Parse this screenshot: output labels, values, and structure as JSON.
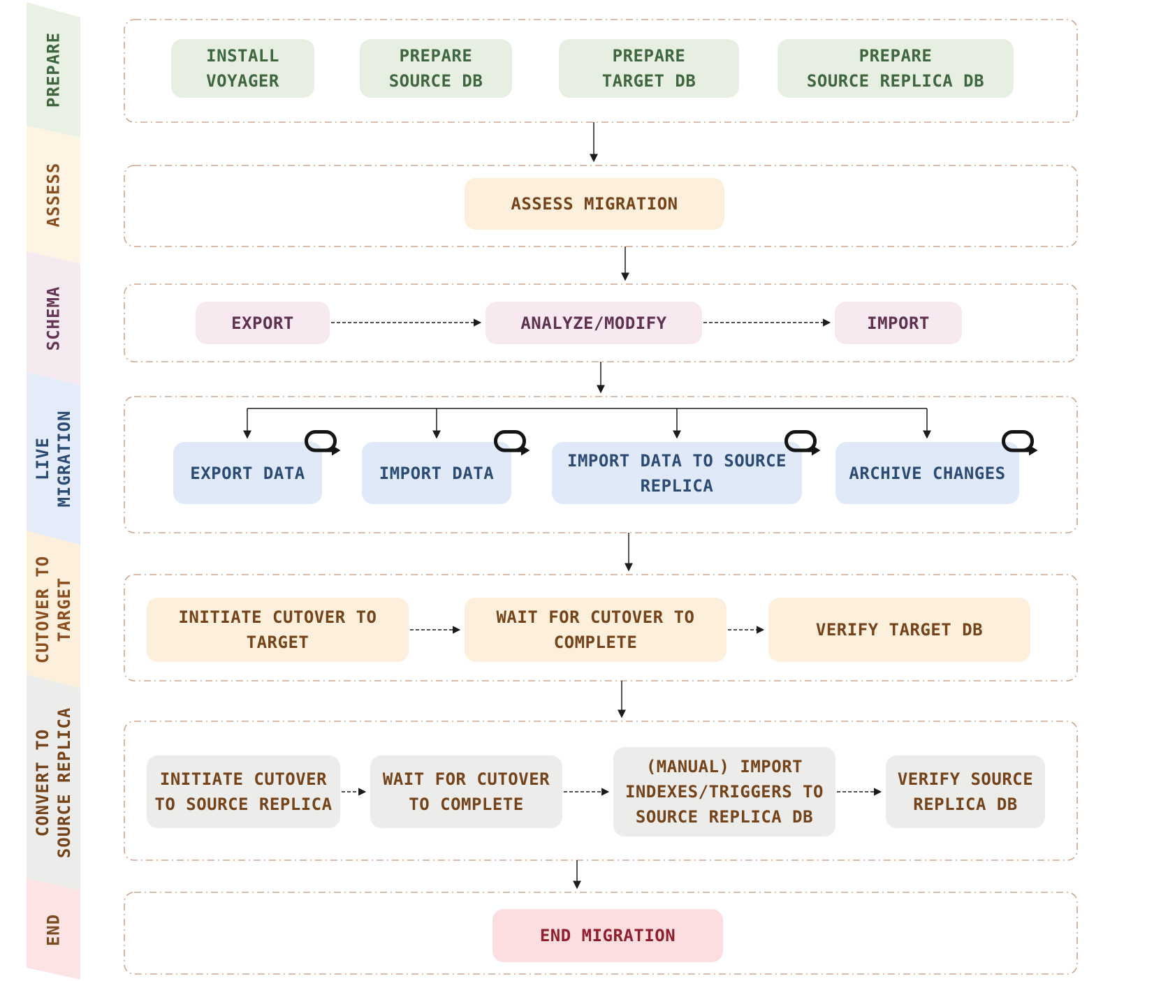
{
  "sidebar": [
    {
      "id": "prepare",
      "lines": [
        "PREPARE"
      ]
    },
    {
      "id": "assess",
      "lines": [
        "ASSESS"
      ]
    },
    {
      "id": "schema",
      "lines": [
        "SCHEMA"
      ]
    },
    {
      "id": "live-migration",
      "lines": [
        "LIVE",
        "MIGRATION"
      ]
    },
    {
      "id": "cutover-to-target",
      "lines": [
        "CUTOVER TO",
        "TARGET"
      ]
    },
    {
      "id": "convert-to-source-replica",
      "lines": [
        "CONVERT TO",
        "SOURCE REPLICA"
      ]
    },
    {
      "id": "end",
      "lines": [
        "END"
      ]
    }
  ],
  "rows": [
    {
      "phase": "PREPARE",
      "boxes": [
        {
          "label": "INSTALL\nVOYAGER"
        },
        {
          "label": "PREPARE\nSOURCE DB"
        },
        {
          "label": "PREPARE\nTARGET DB"
        },
        {
          "label": "PREPARE\nSOURCE REPLICA DB"
        }
      ]
    },
    {
      "phase": "ASSESS",
      "boxes": [
        {
          "label": "ASSESS MIGRATION"
        }
      ]
    },
    {
      "phase": "SCHEMA",
      "boxes": [
        {
          "label": "EXPORT"
        },
        {
          "label": "ANALYZE/MODIFY"
        },
        {
          "label": "IMPORT"
        }
      ]
    },
    {
      "phase": "LIVE MIGRATION",
      "boxes": [
        {
          "label": "EXPORT DATA",
          "icon": "loop-arrow"
        },
        {
          "label": "IMPORT DATA",
          "icon": "loop-arrow"
        },
        {
          "label": "IMPORT DATA TO SOURCE\nREPLICA",
          "icon": "loop-arrow"
        },
        {
          "label": "ARCHIVE CHANGES",
          "icon": "loop-arrow"
        }
      ]
    },
    {
      "phase": "CUTOVER TO TARGET",
      "boxes": [
        {
          "label": "INITIATE CUTOVER TO\nTARGET"
        },
        {
          "label": "WAIT FOR CUTOVER TO\nCOMPLETE"
        },
        {
          "label": "VERIFY TARGET DB"
        }
      ]
    },
    {
      "phase": "CONVERT TO SOURCE REPLICA",
      "boxes": [
        {
          "label": "INITIATE CUTOVER\nTO SOURCE REPLICA"
        },
        {
          "label": "WAIT FOR CUTOVER\nTO COMPLETE"
        },
        {
          "label": "(MANUAL) IMPORT\nINDEXES/TRIGGERS TO\nSOURCE REPLICA DB"
        },
        {
          "label": "VERIFY SOURCE\nREPLICA DB"
        }
      ]
    },
    {
      "phase": "END",
      "boxes": [
        {
          "label": "END MIGRATION"
        }
      ]
    }
  ],
  "colors": {
    "prepare_bg": "#e9f1e5",
    "prepare_text": "#3f663e",
    "assess_bg": "#fdf4e4",
    "assess_text": "#8a4d1e",
    "schema_bg": "#f5eaef",
    "schema_text": "#653655",
    "live_bg": "#e3ecf8",
    "live_text": "#2c4b73",
    "cutover_bg": "#fcefdc",
    "cutover_text": "#74431a",
    "convert_bg": "#ececea",
    "convert_text": "#74431a",
    "end_band_bg": "#fce4e5",
    "end_band_text": "#7a4a20",
    "end_box_bg": "#fcdee1",
    "end_box_text": "#8e1f2e",
    "container_border": "#cda58e",
    "connector": "#1b1b1b"
  }
}
